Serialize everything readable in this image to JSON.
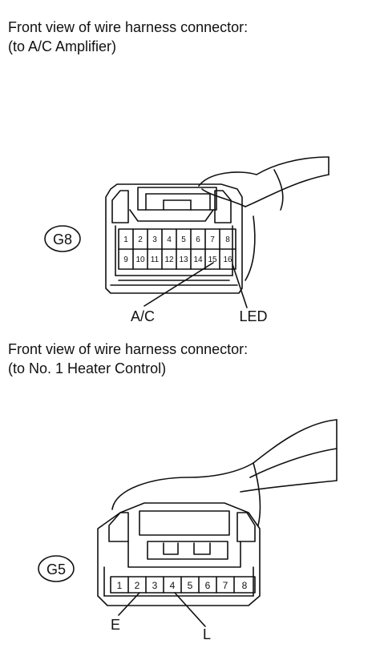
{
  "connector_a": {
    "caption_line1": "Front view of wire harness connector:",
    "caption_line2": "(to A/C Amplifier)",
    "connector_id": "G8",
    "pins_top": [
      "1",
      "2",
      "3",
      "4",
      "5",
      "6",
      "7",
      "8"
    ],
    "pins_bottom": [
      "9",
      "10",
      "11",
      "12",
      "13",
      "14",
      "15",
      "16"
    ],
    "callouts": [
      {
        "label": "A/C",
        "pin": "15"
      },
      {
        "label": "LED",
        "pin": "16"
      }
    ]
  },
  "connector_b": {
    "caption_line1": "Front view of wire harness connector:",
    "caption_line2": "(to No. 1 Heater Control)",
    "connector_id": "G5",
    "pins": [
      "1",
      "2",
      "3",
      "4",
      "5",
      "6",
      "7",
      "8"
    ],
    "callouts": [
      {
        "label": "E",
        "pin": "2"
      },
      {
        "label": "L",
        "pin": "4"
      }
    ]
  }
}
